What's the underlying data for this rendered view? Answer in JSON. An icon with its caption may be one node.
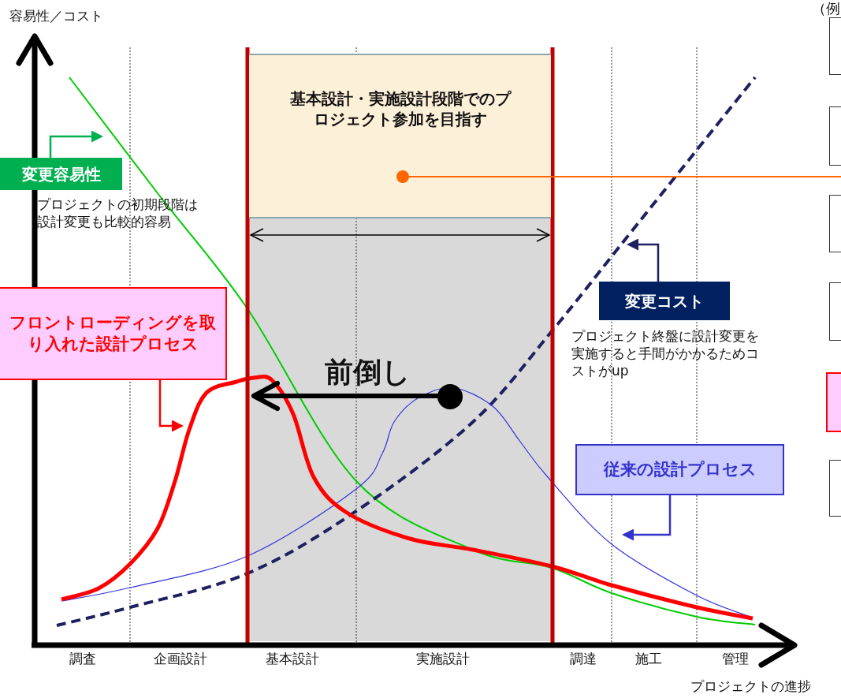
{
  "diagram": {
    "nodes": [
      {
        "text": [
          "変更容易性"
        ],
        "beside": [
          "プロジェクトの初期段階は設計変更も比較的容易"
        ]
      },
      {
        "text": [
          "フロントローディングを取り入れた設計プロセス"
        ]
      },
      {
        "text": [
          "基本設計・実施設計段階でのプロジェクト参加を目指す"
        ]
      },
      {
        "text": [
          "変更コスト"
        ],
        "beside": [
          "プロジェクト終盤に設計変更を実施すると手間がかかるためコストがup"
        ]
      },
      {
        "text": [
          "従来の設計プロセス"
        ]
      },
      {
        "text": [],
        "shape": "box"
      },
      {
        "text": [],
        "shape": "box"
      },
      {
        "text": [],
        "shape": "box"
      },
      {
        "text": [],
        "shape": "box"
      },
      {
        "text": [],
        "shape": "box"
      },
      {
        "text": [],
        "shape": "box"
      }
    ],
    "edges": [
      {
        "from": 0,
        "to": null,
        "arrow": "to",
        "color": "#00b050"
      },
      {
        "from": 1,
        "to": null,
        "arrow": "to",
        "color": "#ff0000"
      },
      {
        "from": 3,
        "to": null,
        "arrow": "to",
        "color": "#1f2060"
      },
      {
        "from": 4,
        "to": null,
        "arrow": "to",
        "color": "#3333cc"
      },
      {
        "from": 2,
        "to": null,
        "arrow": "other",
        "color": "#ff6600"
      }
    ],
    "labels": [
      "容易性／コスト",
      "（例",
      "前倒し",
      "調査",
      "企画設計",
      "基本設計",
      "実施設計",
      "調達",
      "施工",
      "管理",
      "プロジェクトの進捗"
    ]
  }
}
